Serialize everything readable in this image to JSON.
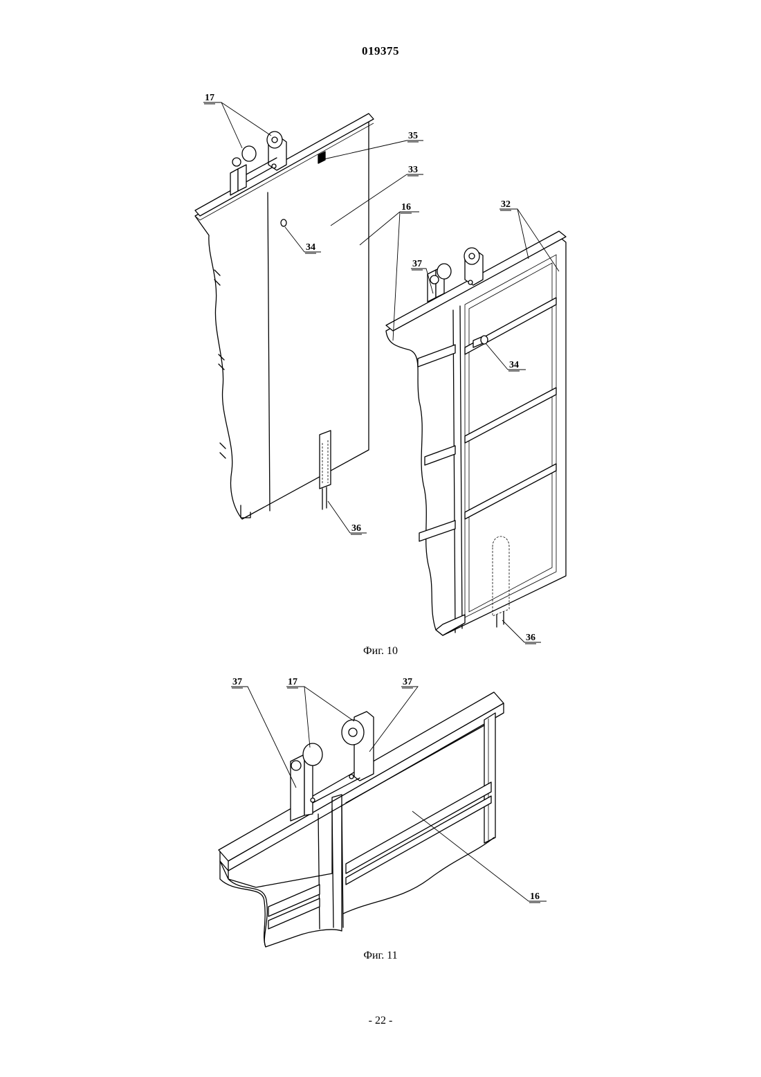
{
  "header": {
    "patent_number": "019375"
  },
  "figures": [
    {
      "caption": "Фиг. 10",
      "labels": [
        "17",
        "35",
        "33",
        "16",
        "32",
        "37",
        "34",
        "34",
        "36",
        "36"
      ]
    },
    {
      "caption": "Фиг. 11",
      "labels": [
        "37",
        "17",
        "37",
        "16"
      ]
    }
  ],
  "footer": {
    "page_number": "- 22 -"
  }
}
